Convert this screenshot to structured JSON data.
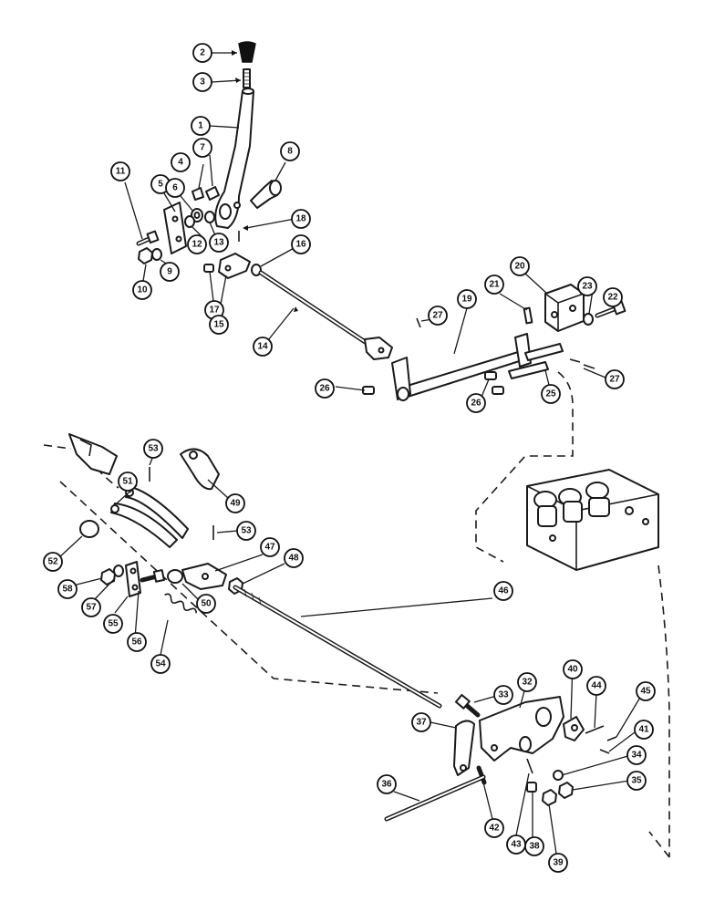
{
  "callouts": {
    "c1": "1",
    "c2": "2",
    "c3": "3",
    "c4": "4",
    "c5": "5",
    "c6": "6",
    "c7": "7",
    "c8": "8",
    "c9": "9",
    "c10": "10",
    "c11": "11",
    "c12": "12",
    "c13": "13",
    "c14": "14",
    "c15": "15",
    "c16": "16",
    "c17": "17",
    "c18": "18",
    "c19": "19",
    "c20": "20",
    "c21": "21",
    "c22": "22",
    "c23": "23",
    "c25": "25",
    "c26a": "26",
    "c26b": "26",
    "c27a": "27",
    "c27b": "27",
    "c32": "32",
    "c33": "33",
    "c34": "34",
    "c35": "35",
    "c36": "36",
    "c37": "37",
    "c38": "38",
    "c39": "39",
    "c40": "40",
    "c41": "41",
    "c42": "42",
    "c43": "43",
    "c44": "44",
    "c45": "45",
    "c46": "46",
    "c47": "47",
    "c48": "48",
    "c49": "49",
    "c50": "50",
    "c51": "51",
    "c52": "52",
    "c53a": "53",
    "c53b": "53",
    "c54": "54",
    "c55": "55",
    "c56": "56",
    "c57": "57",
    "c58": "58"
  }
}
